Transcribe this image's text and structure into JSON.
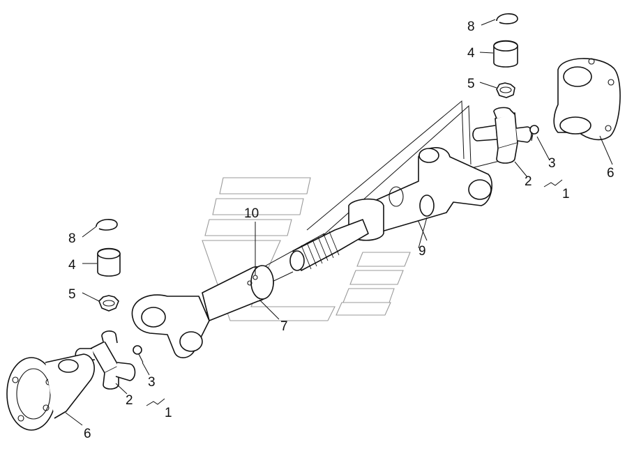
{
  "callouts": {
    "c1_right": "1",
    "c2_right": "2",
    "c3_right": "3",
    "c4_right": "4",
    "c5_right": "5",
    "c6_right": "6",
    "c8_right": "8",
    "c9": "9",
    "c7": "7",
    "c10": "10",
    "c8_left": "8",
    "c4_left": "4",
    "c5_left": "5",
    "c3_left": "3",
    "c2_left": "2",
    "c1_left": "1",
    "c6_left": "6"
  }
}
